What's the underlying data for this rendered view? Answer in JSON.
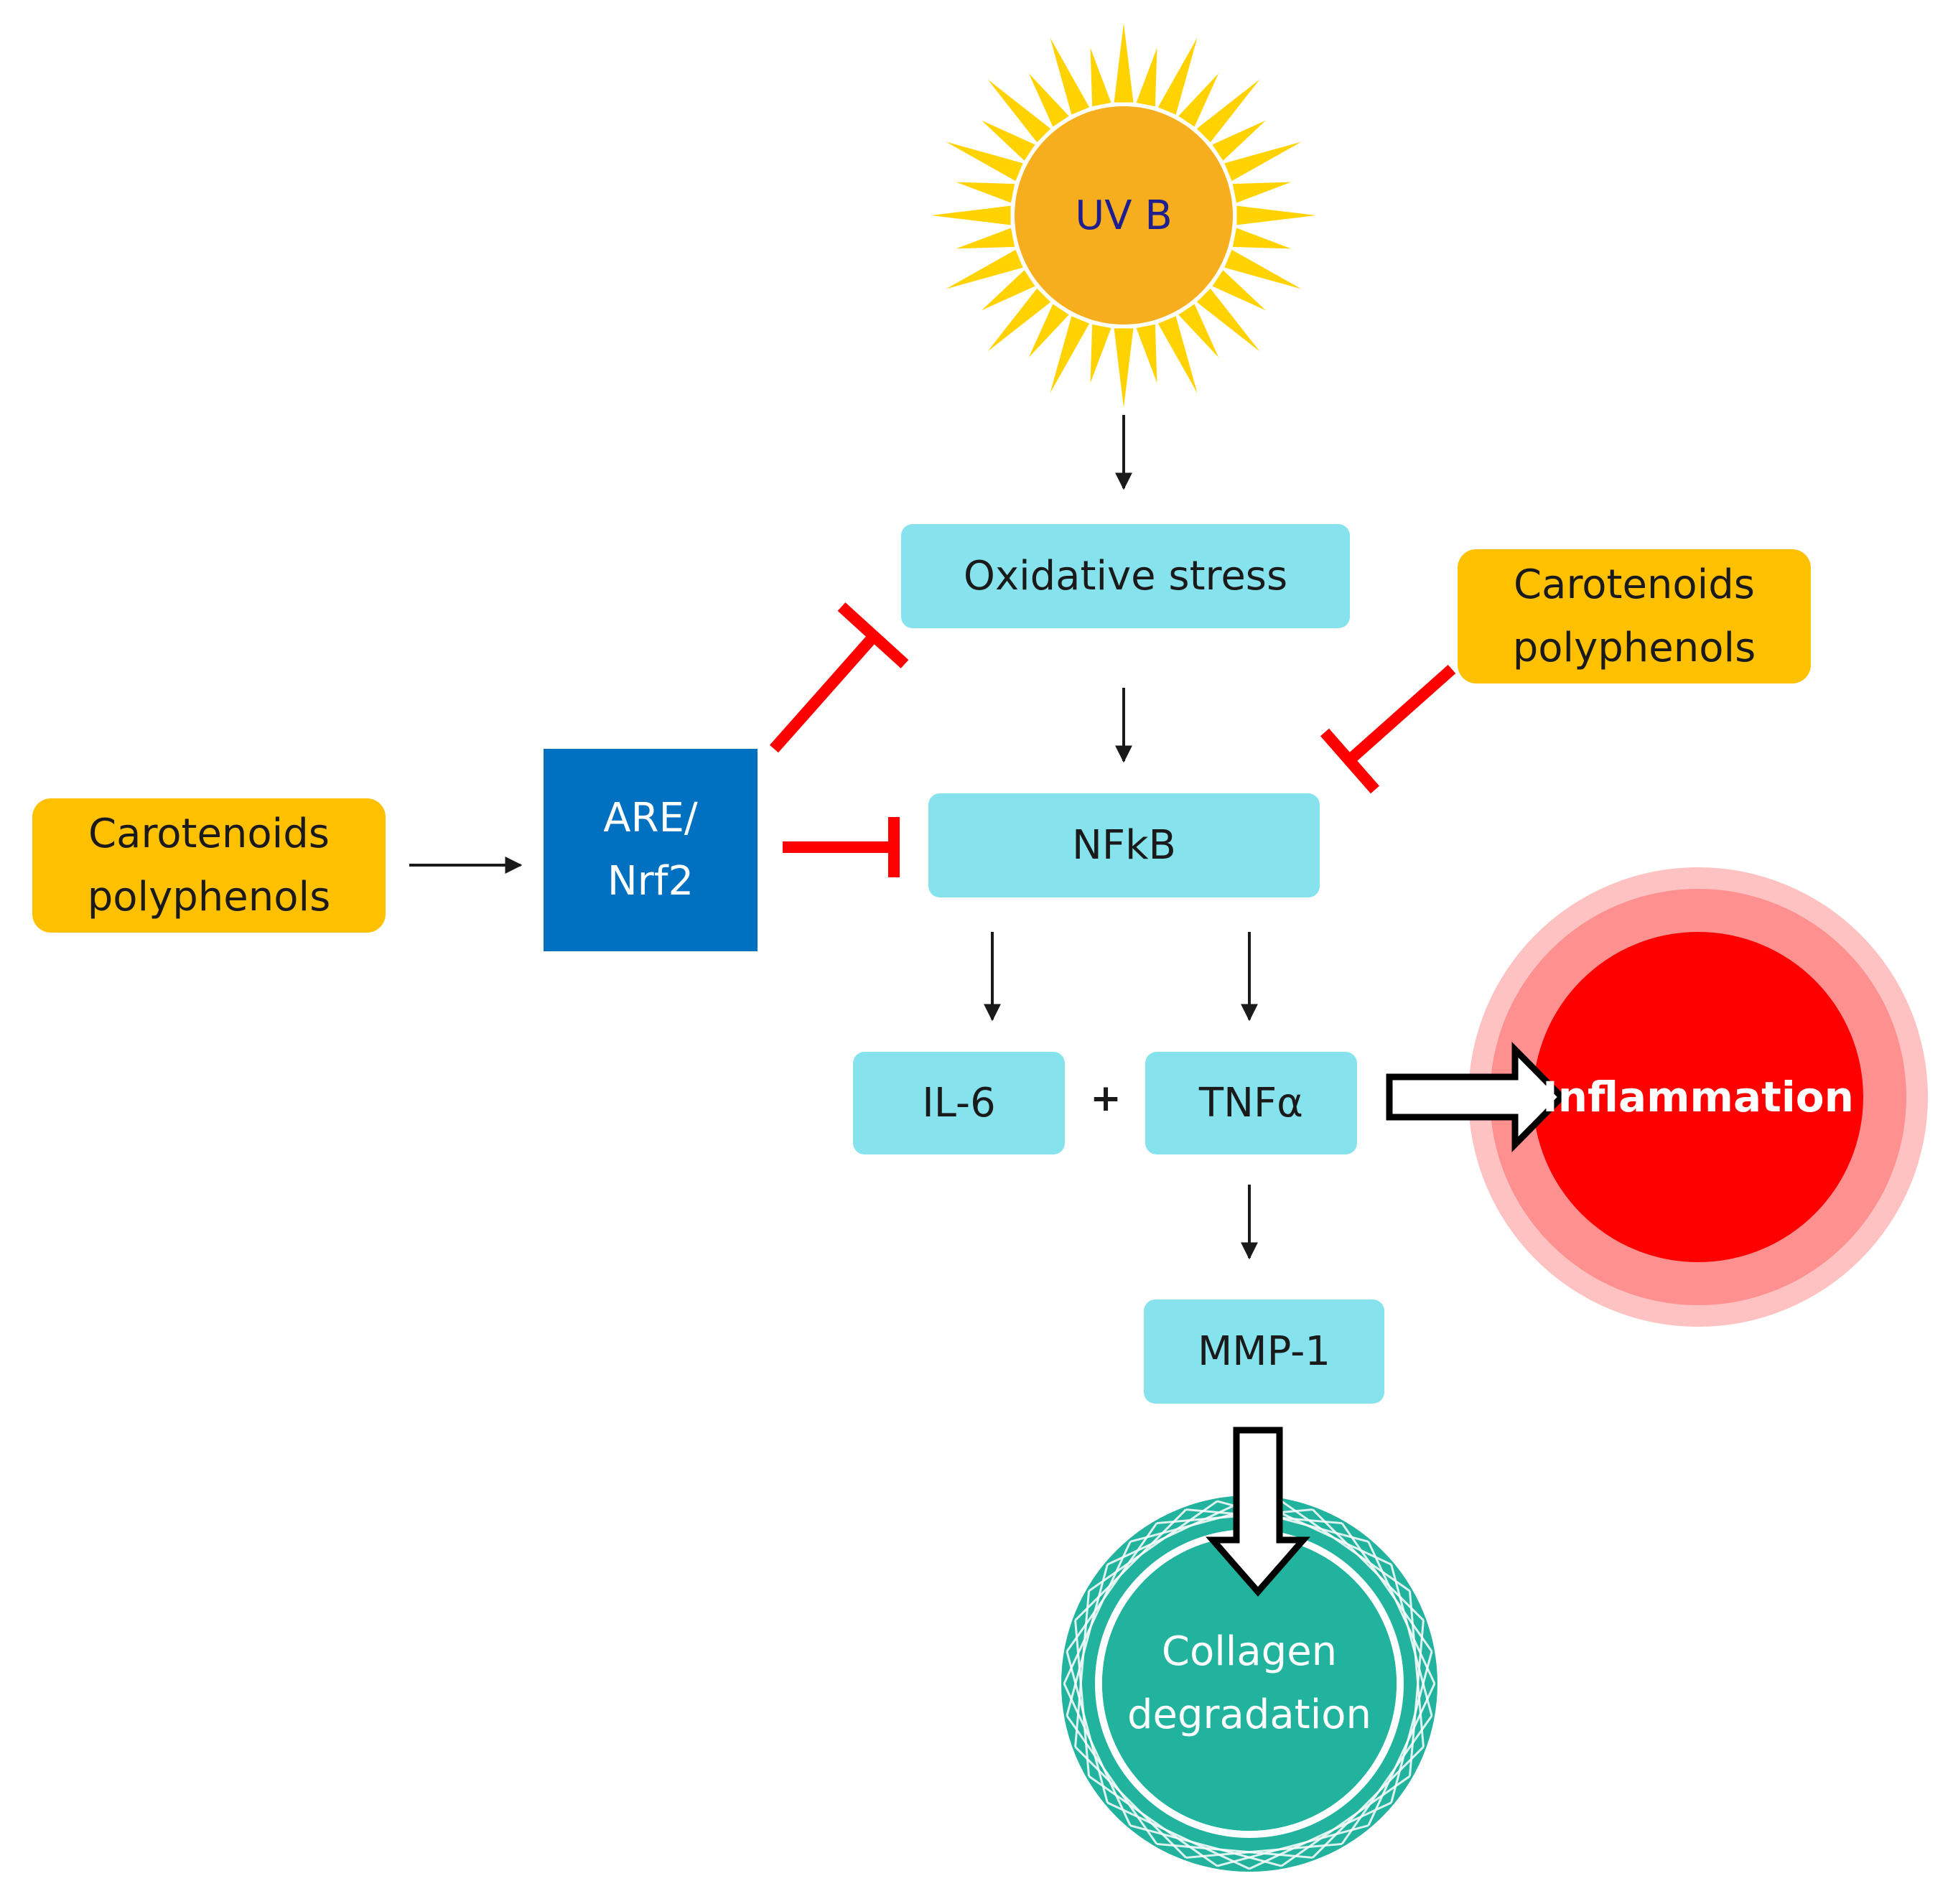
{
  "nodes": {
    "uvb": "UV B",
    "oxidative_stress": "Oxidative stress",
    "nfkb": "NFkB",
    "are_nrf2": "ARE/\nNrf2",
    "carotenoids_left": "Carotenoids\npolyphenols",
    "carotenoids_right": "Carotenoids\npolyphenols",
    "il6": "IL-6",
    "plus": "+",
    "tnfa": "TNFα",
    "mmp1": "MMP-1",
    "inflammation": "Inflammation",
    "collagen": "Collagen\ndegradation"
  },
  "colors": {
    "cyan_box": "#86E3EE",
    "orange_box": "#FFC000",
    "blue_box": "#0070C0",
    "sun_core": "#F7AE1E",
    "sun_rays": "#FFD200",
    "inhibit_red": "#FF0000",
    "inflammation_core": "#FF0000",
    "inflammation_ring": "#FF9090",
    "collagen_teal": "#21B39E",
    "uvb_text": "#1F1F8F"
  }
}
